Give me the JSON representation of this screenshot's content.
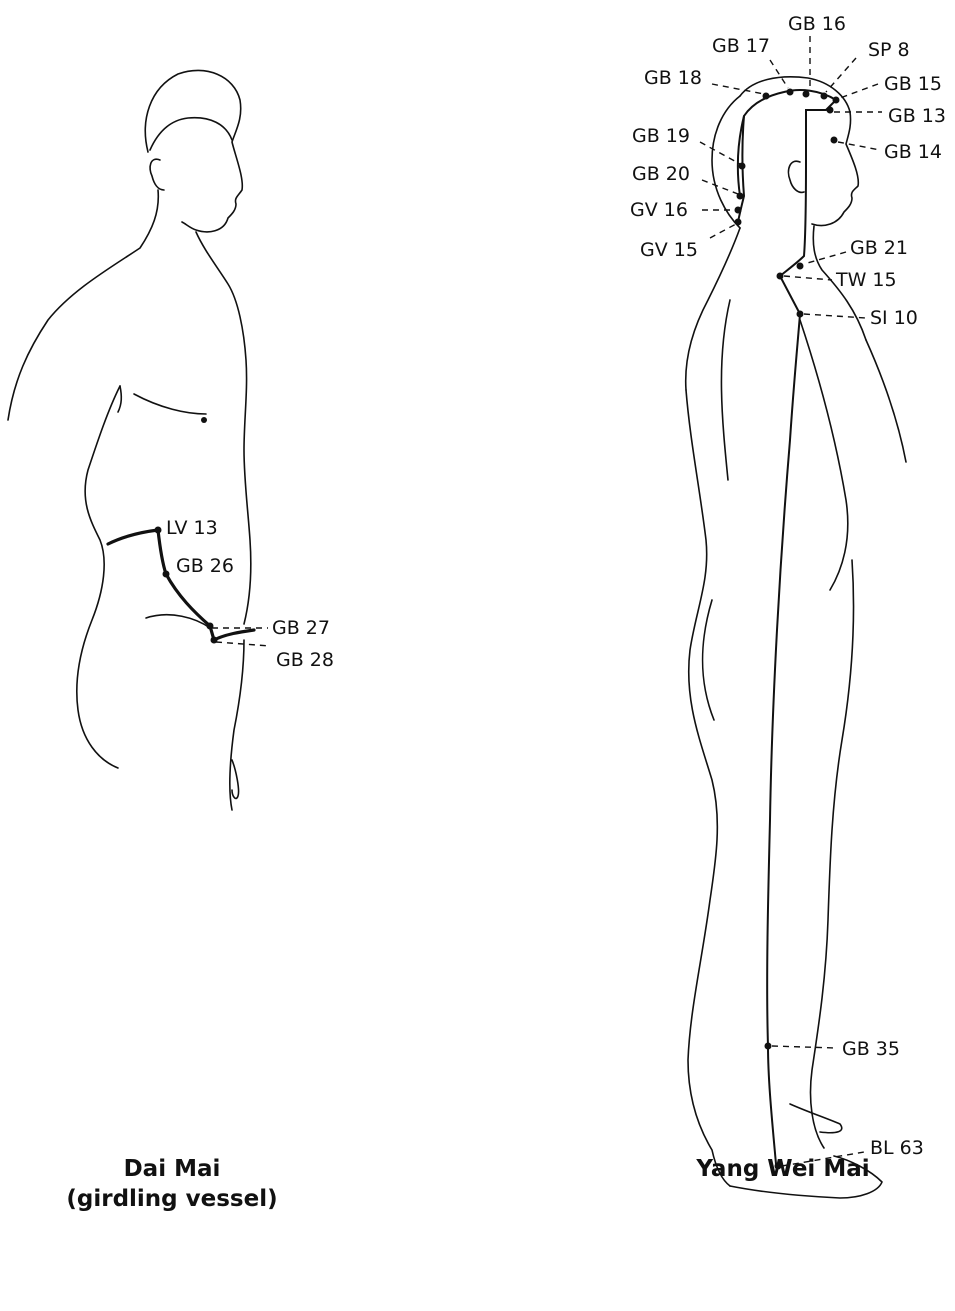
{
  "figures": [
    {
      "caption_line1": "Dai Mai",
      "caption_line2": "(girdling vessel)",
      "points": [
        "LV 13",
        "GB 26",
        "GB 27",
        "GB 28"
      ]
    },
    {
      "caption_line1": "Yang Wei Mai",
      "points": [
        "GB 16",
        "GB 17",
        "SP 8",
        "GB 18",
        "GB 15",
        "GB 13",
        "GB 19",
        "GB 14",
        "GB 20",
        "GV 16",
        "GV 15",
        "GB 21",
        "TW 15",
        "SI 10",
        "GB 35",
        "BL 63"
      ]
    }
  ]
}
